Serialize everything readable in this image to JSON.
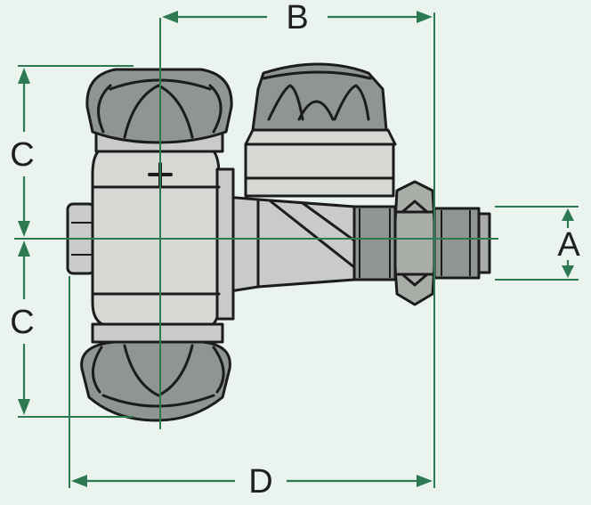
{
  "labels": {
    "a": "A",
    "b": "B",
    "c_top": "C",
    "c_bottom": "C",
    "d": "D"
  },
  "colors": {
    "background": "#eaf3ee",
    "dimension_line": "#2d7a52",
    "valve_dark": "#8f9590",
    "valve_light": "#d6d8d4",
    "outline": "#1c1c1c"
  }
}
